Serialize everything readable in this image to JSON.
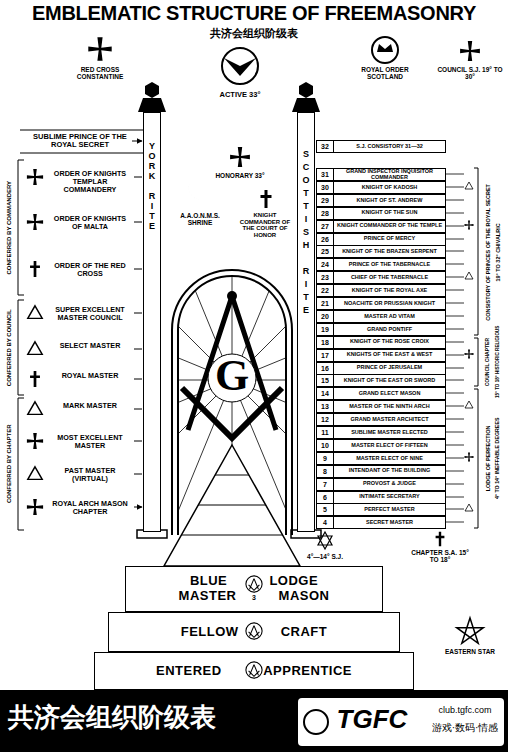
{
  "diagram": {
    "title": "EMBLEMATIC STRUCTURE OF FREEMASONRY",
    "caption": "共济会组织阶级表",
    "nodes": [
      {
        "text": [
          "YORK RITE"
        ]
      },
      {
        "text": [
          "SCOTTISH RITE"
        ]
      },
      {
        "text": [
          "32",
          "S.J. CONSISTORY 31—32"
        ]
      },
      {
        "text": [
          "31",
          "GRAND INSPECTOR INQUISITOR COMMANDER"
        ]
      },
      {
        "text": [
          "30",
          "KNIGHT OF KADOSH"
        ]
      },
      {
        "text": [
          "29",
          "KNIGHT OF ST. ANDREW"
        ]
      },
      {
        "text": [
          "28",
          "KNIGHT OF THE SUN"
        ]
      },
      {
        "text": [
          "27",
          "KNIGHT COMMANDER OF THE TEMPLE"
        ]
      },
      {
        "text": [
          "26",
          "PRINCE OF MERCY"
        ]
      },
      {
        "text": [
          "25",
          "KNIGHT OF THE BRAZEN SERPENT"
        ]
      },
      {
        "text": [
          "24",
          "PRINCE OF THE TABERNACLE"
        ]
      },
      {
        "text": [
          "23",
          "CHIEF OF THE TABERNACLE"
        ]
      },
      {
        "text": [
          "22",
          "KNIGHT OF THE ROYAL AXE"
        ]
      },
      {
        "text": [
          "21",
          "NOACHITE OR PRUSSIAN KNIGHT"
        ]
      },
      {
        "text": [
          "20",
          "MASTER AD VITAM"
        ]
      },
      {
        "text": [
          "19",
          "GRAND PONTIFF"
        ]
      },
      {
        "text": [
          "18",
          "KNIGHT OF THE ROSE CROIX"
        ]
      },
      {
        "text": [
          "17",
          "KNIGHTS OF THE EAST & WEST"
        ]
      },
      {
        "text": [
          "16",
          "PRINCE OF JERUSALEM"
        ]
      },
      {
        "text": [
          "15",
          "KNIGHT OF THE EAST OR SWORD"
        ]
      },
      {
        "text": [
          "14",
          "GRAND ELECT MASON"
        ]
      },
      {
        "text": [
          "13",
          "MASTER OF THE NINTH ARCH"
        ]
      },
      {
        "text": [
          "12",
          "GRAND MASTER ARCHITECT"
        ]
      },
      {
        "text": [
          "11",
          "SUBLIME MASTER ELECTED"
        ]
      },
      {
        "text": [
          "10",
          "MASTER ELECT OF FIFTEEN"
        ]
      },
      {
        "text": [
          "9",
          "MASTER ELECT OF NINE"
        ]
      },
      {
        "text": [
          "8",
          "INTENDANT OF THE BUILDING"
        ]
      },
      {
        "text": [
          "7",
          "PROVOST & JUDGE"
        ]
      },
      {
        "text": [
          "6",
          "INTIMATE SECRETARY"
        ]
      },
      {
        "text": [
          "5",
          "PERFECT MASTER"
        ]
      },
      {
        "text": [
          "4",
          "SECRET MASTER"
        ]
      },
      {
        "text": [
          "BLUE LODGE",
          "MASTER MASON"
        ]
      },
      {
        "text": [
          "FELLOW CRAFT"
        ]
      },
      {
        "text": [
          "ENTERED APPRENTICE"
        ]
      }
    ],
    "labels": [
      "共济会组织阶级表",
      "RED CROSS CONSTANTINE",
      "ACTIVE 33°",
      "ROYAL ORDER SCOTLAND",
      "COUNCIL S.J. 19° TO 30°",
      "HONORARY 33°",
      "SUBLIME PRINCE OF THE ROYAL SECRET",
      "A.A.O.N.M.S. SHRINE",
      "KNIGHT COMMANDER OF THE COURT OF HONOR",
      "ORDER OF KNIGHTS TEMPLAR COMMANDERY",
      "ORDER OF KNIGHTS OF MALTA",
      "ORDER OF THE RED CROSS",
      "SUPER EXCELLENT MASTER COUNCIL",
      "SELECT MASTER",
      "ROYAL MASTER",
      "MARK MASTER",
      "MOST EXCELLENT MASTER",
      "PAST MASTER (VIRTUAL)",
      "ROYAL ARCH MASON CHAPTER",
      "CONFERRED BY COMMANDERY",
      "CONFERRED BY COUNCIL",
      "CONFERRED BY CHAPTER",
      "CONSISTORY OF PRINCES OF THE ROYAL SECRET",
      "19° TO 32° CHIVALRIC",
      "COUNCIL CHAPTER",
      "15° TO 18° HISTORIC RELIGIOUS",
      "LODGE OF PERFECTION",
      "4° TO 14° INEFFABLE DEGREES",
      "G",
      "4°—14° S.J.",
      "CHAPTER S.A. 15° TO 18°",
      "EASTERN STAR",
      "3",
      "TGFC",
      "club.tgfc.com",
      "游戏·数码·情感"
    ]
  }
}
